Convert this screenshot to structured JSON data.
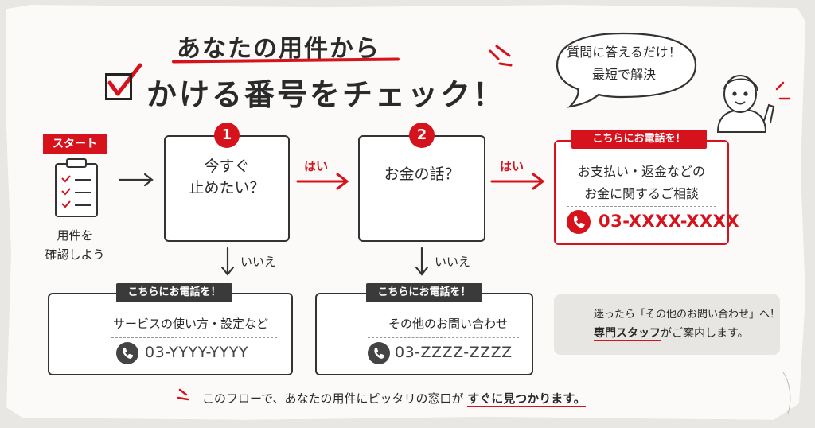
{
  "title": {
    "line1": "あなたの用件から",
    "line2": "かける番号をチェック！"
  },
  "bubble": {
    "text": "質問に答えるだけ！\n最短で解決"
  },
  "start": {
    "badge": "スタート",
    "text": "用件を\n確認しよう"
  },
  "questions": [
    {
      "number": "1",
      "text": "今すぐ\n止めたい？",
      "yes": "はい",
      "no": "いいえ"
    },
    {
      "number": "2",
      "text": "お金の話？",
      "yes": "はい",
      "no": "いいえ"
    }
  ],
  "money_contact": {
    "badge": "こちらにお電話を！",
    "desc": "お支払い・返金などの\nお金に関するご相談",
    "phone": "03-XXXX-XXXX"
  },
  "service_contact": {
    "badge": "こちらにお電話を！",
    "desc": "サービスの使い方・設定など",
    "phone": "03-YYYY-YYYY"
  },
  "other_contact": {
    "badge": "こちらにお電話を！",
    "desc": "その他のお問い合わせ",
    "phone": "03-ZZZZ-ZZZZ"
  },
  "tip": {
    "line1": "迷ったら「その他のお問い合わせ」へ！",
    "strong": "専門スタッフ",
    "line2_rest": "がご案内します。"
  },
  "footer": {
    "text": "このフローで、あなたの用件にピッタリの窓口が",
    "strong": "すぐに見つかります。"
  },
  "icons": {
    "clipboard": "clipboard-icon",
    "stop": "prohibited-icon",
    "wallet": "wallet-icon",
    "headset": "headset-operator-icon",
    "gear": "gear-icon",
    "phone": "phone-icon",
    "lightbulb": "lightbulb-icon",
    "person": "person-pointing-icon"
  },
  "colors": {
    "accent": "#d6121c",
    "ink": "#2a2a2a",
    "dark_badge": "#3a3a3a"
  }
}
